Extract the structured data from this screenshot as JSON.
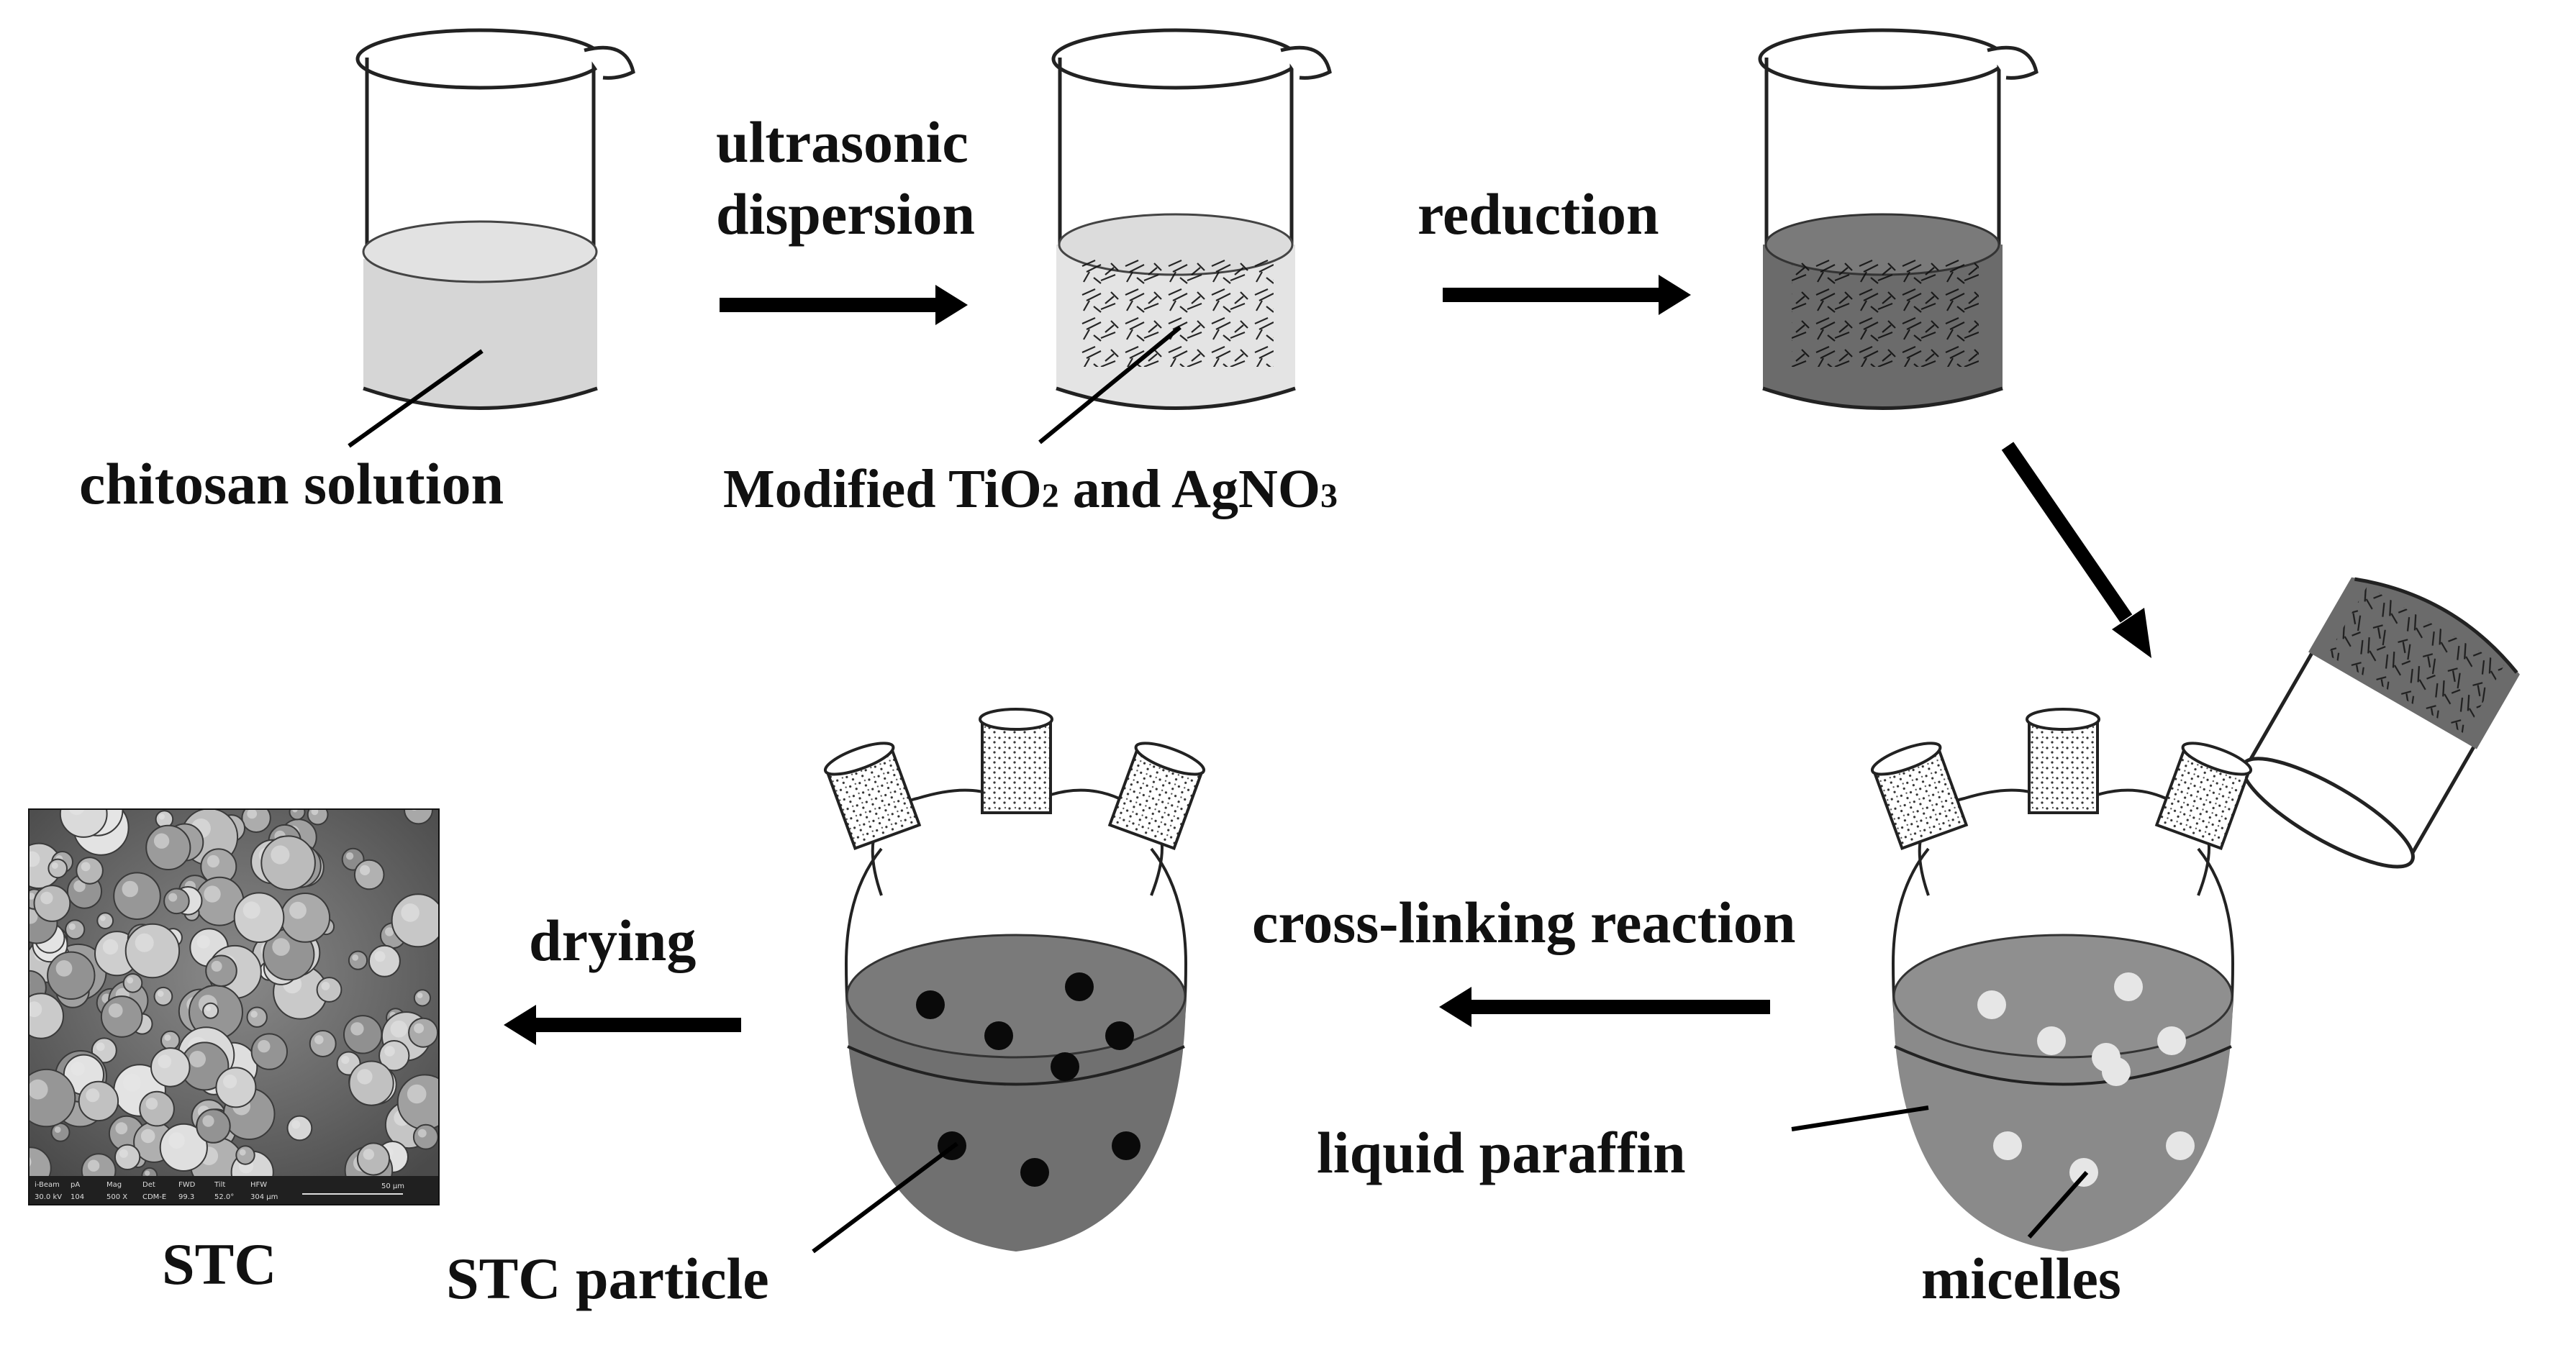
{
  "labels": {
    "chitosan_solution": "chitosan solution",
    "ultrasonic_line1": "ultrasonic",
    "ultrasonic_line2": "dispersion",
    "modified_prefix": "Modified TiO",
    "modified_sub1": "2",
    "modified_mid": " and AgNO",
    "modified_sub2": "3",
    "reduction": "reduction",
    "cross_linking": "cross-linking reaction",
    "liquid_paraffin": "liquid paraffin",
    "micelles": "micelles",
    "drying": "drying",
    "stc_particle": "STC particle",
    "stc": "STC"
  },
  "sem_scalebar": {
    "headers": [
      "i-Beam",
      "pA",
      "Mag",
      "Det",
      "FWD",
      "Tilt",
      "HFW"
    ],
    "values": [
      "30.0 kV",
      "104",
      "500 X",
      "CDM-E",
      "99.3",
      "52.0°",
      "304 µm"
    ],
    "scale": "50 µm"
  },
  "colors": {
    "light_liquid": "#d6d6d6",
    "dark_liquid": "#6b6b6b",
    "flask_liquid": "#707070",
    "dark_particle": "#0a0a0a",
    "micelle": "#e6e6e6",
    "arrow": "#000000"
  }
}
